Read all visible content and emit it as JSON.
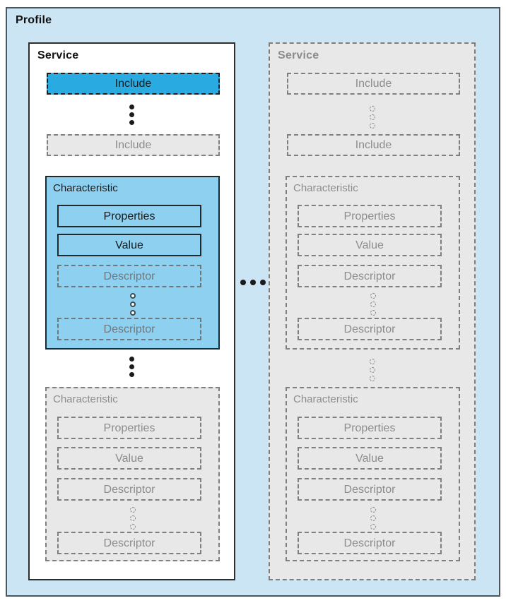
{
  "diagram_title": "Profile",
  "left_service": {
    "label": "Service",
    "include_highlighted": "Include",
    "include_ghost": "Include",
    "characteristic_highlighted": {
      "label": "Characteristic",
      "properties": "Properties",
      "value": "Value",
      "descriptor_top": "Descriptor",
      "descriptor_bottom": "Descriptor"
    },
    "characteristic_ghost": {
      "label": "Characteristic",
      "properties": "Properties",
      "value": "Value",
      "descriptor_top": "Descriptor",
      "descriptor_bottom": "Descriptor"
    }
  },
  "right_service": {
    "label": "Service",
    "include_top": "Include",
    "include_bottom": "Include",
    "characteristic_top": {
      "label": "Characteristic",
      "properties": "Properties",
      "value": "Value",
      "descriptor_top": "Descriptor",
      "descriptor_bottom": "Descriptor"
    },
    "characteristic_bottom": {
      "label": "Characteristic",
      "properties": "Properties",
      "value": "Value",
      "descriptor_top": "Descriptor",
      "descriptor_bottom": "Descriptor"
    }
  },
  "colors": {
    "profile_bg": "#cce5f5",
    "highlight_blue": "#29abe2",
    "characteristic_blue": "#8ed0f0",
    "ghost_gray": "#e8e8e8",
    "border_dark": "#2e2e2e",
    "border_gray": "#7f7f7f",
    "text_dark": "#1a1a1a",
    "text_gray": "#8c8c8c"
  }
}
